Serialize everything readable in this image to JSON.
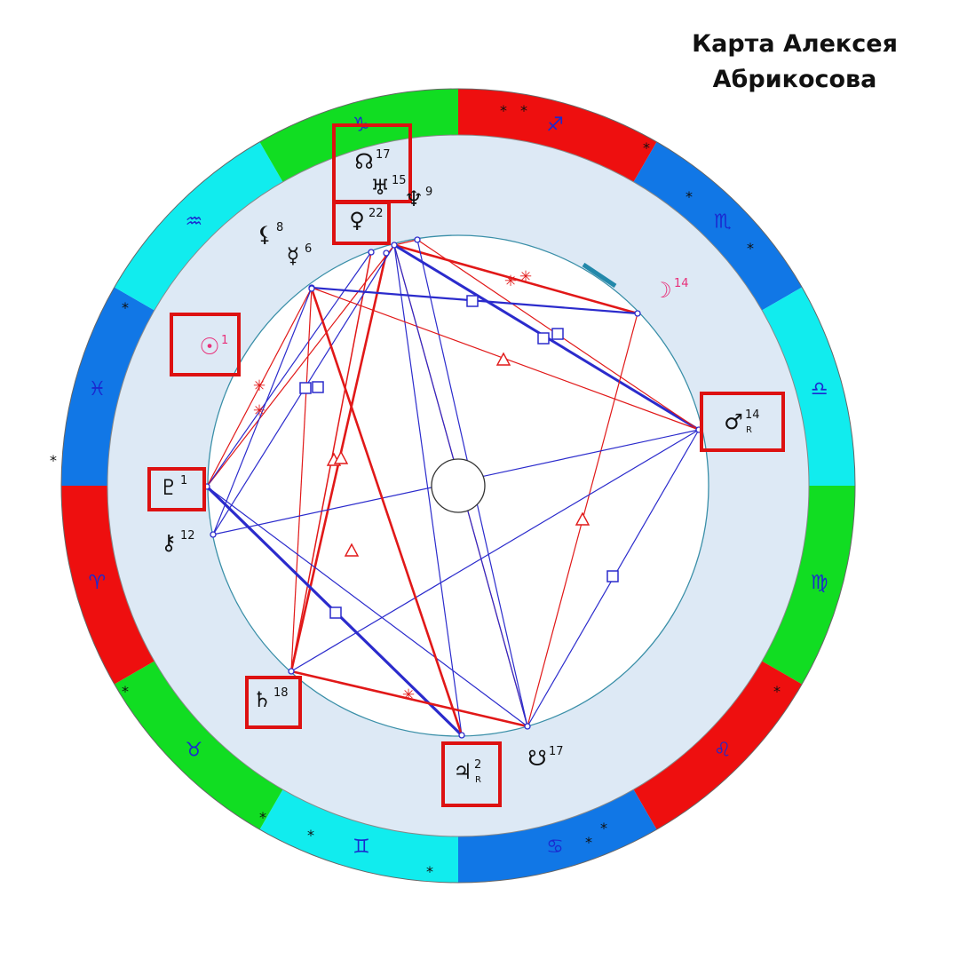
{
  "title": {
    "line1": "Карта Алексея",
    "line2": "Абрикосова"
  },
  "colors": {
    "fire": "#ee0f0f",
    "earth": "#11dd22",
    "air": "#11ecee",
    "water": "#1177e6",
    "inner_band": "#dde9f5",
    "aspect_red": "#e11818",
    "aspect_blue": "#2b2bcc",
    "highlight_box": "#dd1111",
    "moon": "#e8307a"
  },
  "zodiac": [
    {
      "name": "sagittarius",
      "glyph": "♐",
      "color": "#ee0f0f"
    },
    {
      "name": "scorpio",
      "glyph": "♏",
      "color": "#1177e6"
    },
    {
      "name": "libra",
      "glyph": "♎",
      "color": "#11ecee"
    },
    {
      "name": "virgo",
      "glyph": "♍",
      "color": "#11dd22"
    },
    {
      "name": "leo",
      "glyph": "♌",
      "color": "#ee0f0f"
    },
    {
      "name": "cancer",
      "glyph": "♋",
      "color": "#1177e6"
    },
    {
      "name": "gemini",
      "glyph": "♊",
      "color": "#11ecee"
    },
    {
      "name": "taurus",
      "glyph": "♉",
      "color": "#11dd22"
    },
    {
      "name": "aries",
      "glyph": "♈",
      "color": "#ee0f0f"
    },
    {
      "name": "pisces",
      "glyph": "♓",
      "color": "#1177e6"
    },
    {
      "name": "aquarius",
      "glyph": "♒",
      "color": "#11ecee"
    },
    {
      "name": "capricorn",
      "glyph": "♑",
      "color": "#11dd22"
    }
  ],
  "planets": [
    {
      "name": "north-node",
      "glyph": "☊",
      "degree": "17",
      "retro": "",
      "highlighted": true
    },
    {
      "name": "uranus",
      "glyph": "♅",
      "degree": "15",
      "retro": "",
      "highlighted": false
    },
    {
      "name": "neptune",
      "glyph": "♆",
      "degree": "9",
      "retro": "",
      "highlighted": false
    },
    {
      "name": "venus",
      "glyph": "♀",
      "degree": "22",
      "retro": "",
      "highlighted": true
    },
    {
      "name": "lilith",
      "glyph": "⚸",
      "degree": "8",
      "retro": "",
      "highlighted": false
    },
    {
      "name": "mercury",
      "glyph": "☿",
      "degree": "6",
      "retro": "",
      "highlighted": false
    },
    {
      "name": "moon",
      "glyph": "☽",
      "degree": "14",
      "retro": "",
      "highlighted": false
    },
    {
      "name": "sun",
      "glyph": "☉",
      "degree": "1",
      "retro": "",
      "highlighted": true
    },
    {
      "name": "mars",
      "glyph": "♂",
      "degree": "14",
      "retro": "R",
      "highlighted": true
    },
    {
      "name": "pluto",
      "glyph": "♇",
      "degree": "1",
      "retro": "",
      "highlighted": true
    },
    {
      "name": "chiron",
      "glyph": "⚷",
      "degree": "12",
      "retro": "",
      "highlighted": false
    },
    {
      "name": "saturn",
      "glyph": "♄",
      "degree": "18",
      "retro": "",
      "highlighted": true
    },
    {
      "name": "jupiter",
      "glyph": "♃",
      "degree": "2",
      "retro": "R",
      "highlighted": true
    },
    {
      "name": "south-node",
      "glyph": "☋",
      "degree": "17",
      "retro": "",
      "highlighted": false
    }
  ]
}
